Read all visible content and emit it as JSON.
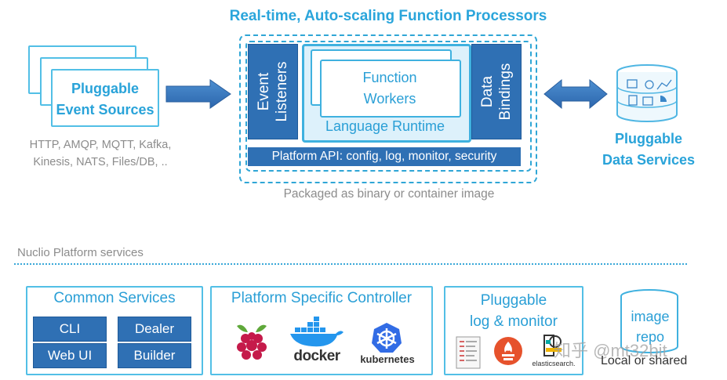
{
  "title": "Real-time, Auto-scaling Function  Processors",
  "event_sources": {
    "label_line1": "Pluggable",
    "label_line2": "Event Sources",
    "protocols_line1": "HTTP, AMQP, MQTT, Kafka,",
    "protocols_line2": "Kinesis, NATS, Files/DB, .."
  },
  "processor": {
    "event_listeners_line1": "Event",
    "event_listeners_line2": "Listeners",
    "function_workers_line1": "Function",
    "function_workers_line2": "Workers",
    "language_runtime": "Language Runtime",
    "data_bindings_line1": "Data",
    "data_bindings_line2": "Bindings",
    "platform_api": "Platform API: config, log, monitor, security",
    "packaged": "Packaged as binary or container image"
  },
  "data_services": {
    "label_line1": "Pluggable",
    "label_line2": "Data Services"
  },
  "platform_services": {
    "label": "Nuclio Platform services",
    "common": {
      "title": "Common Services",
      "chips": [
        "CLI",
        "Dealer",
        "Web UI",
        "Builder"
      ]
    },
    "controller": {
      "title": "Platform Specific Controller",
      "logos": {
        "docker": "docker",
        "kubernetes": "kubernetes"
      }
    },
    "logmon": {
      "title_line1": "Pluggable",
      "title_line2": "log & monitor",
      "elastic": "elasticsearch."
    },
    "repo": {
      "label_line1": "image",
      "label_line2": "repo",
      "sub": "Local or shared"
    }
  },
  "watermark": "知乎 @mt32bit",
  "colors": {
    "accent": "#2a9fd6",
    "dark_blue": "#2f70b4",
    "gray_text": "#8c8c8c"
  }
}
